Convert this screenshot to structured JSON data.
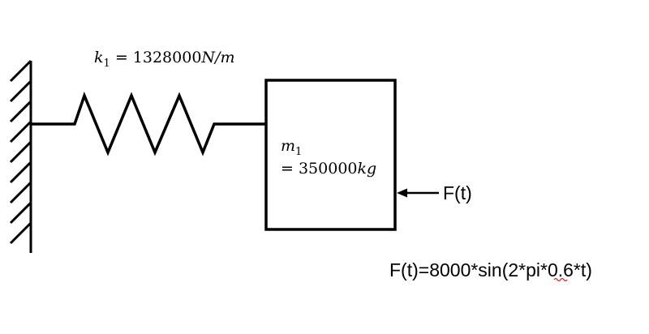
{
  "spring": {
    "label_symbol": "k",
    "label_subscript": "1",
    "label_value": " = 1328000",
    "label_unit": "N/m"
  },
  "mass": {
    "label_symbol": "m",
    "label_subscript": "1",
    "label_value": "= 350000",
    "label_unit": "kg"
  },
  "force": {
    "label": "F(t)",
    "equation": "F(t)=8000*sin(2*pi*0.6*t)"
  },
  "colors": {
    "stroke": "#000000",
    "spellcheck": "#d02020"
  }
}
